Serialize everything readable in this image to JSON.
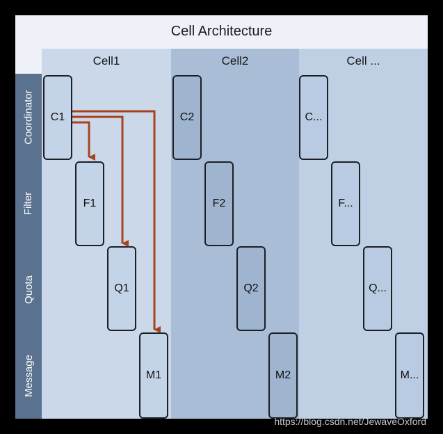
{
  "title": "Cell Architecture",
  "columns": [
    {
      "label": "Cell1"
    },
    {
      "label": "Cell2"
    },
    {
      "label": "Cell ..."
    }
  ],
  "rows": [
    {
      "label": "Coordinator"
    },
    {
      "label": "Filter"
    },
    {
      "label": "Quota"
    },
    {
      "label": "Message"
    }
  ],
  "cells": {
    "col0": [
      "C1",
      "F1",
      "Q1",
      "M1"
    ],
    "col1": [
      "C2",
      "F2",
      "Q2",
      "M2"
    ],
    "col2": [
      "C...",
      "F...",
      "Q...",
      "M..."
    ]
  },
  "arrows": [
    {
      "from": "C1",
      "to": "F1"
    },
    {
      "from": "C1",
      "to": "Q1"
    },
    {
      "from": "C1",
      "to": "M1"
    }
  ],
  "colors": {
    "arrow": "#a8421c",
    "row_band": "#5b7190",
    "col1_bg": "#cad8ea",
    "col2_bg": "#a9bdd6",
    "col3_bg": "#bfd0e5",
    "box_col1": "#c4d4e8",
    "box_col2": "#9fb4cf",
    "box_col3": "#b9cbe2"
  },
  "watermark": "https://blog.csdn.net/JewaveOxford"
}
